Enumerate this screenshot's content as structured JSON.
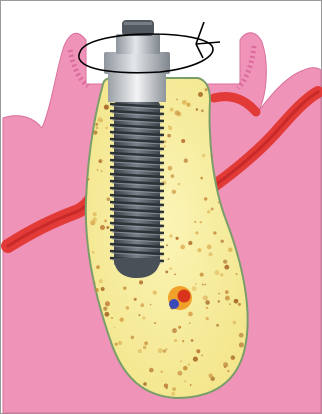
{
  "colors": {
    "gingiva": "#ef93b8",
    "gingiva_dark": "#e0689b",
    "papilla_shade": "#c8457a",
    "vessel": "#e23a36",
    "vessel_dark": "#b81e22",
    "bone_fill": "#f8ef9e",
    "bone_edge": "#cfc65a",
    "bone_outline": "#7a9e6a",
    "implant_thread": "#4a5058",
    "implant_body": "#6f757e",
    "abutment_light": "#e4e7ea",
    "abutment_dark": "#8e959c",
    "suture_line": "#000000",
    "canal_red": "#d8341c",
    "canal_blue": "#3a49b8",
    "canal_orange": "#f0a12a"
  },
  "icons": [
    "gingiva-shape",
    "blood-vessel-left",
    "blood-vessel-right",
    "bone-section",
    "dental-implant",
    "implant-abutment",
    "marking-loop",
    "neurovascular-canal"
  ]
}
